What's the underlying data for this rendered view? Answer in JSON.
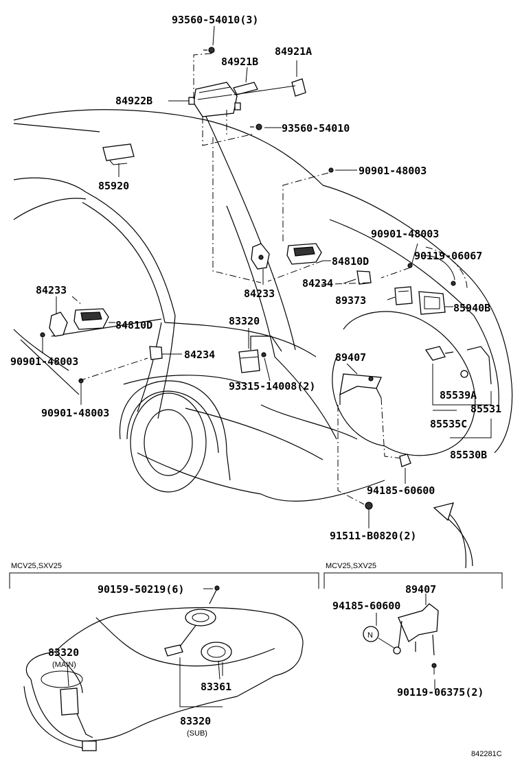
{
  "labels": {
    "p93560_54010_3": "93560-54010(3)",
    "p84921A": "84921A",
    "p84921B": "84921B",
    "p84922B": "84922B",
    "p93560_54010": "93560-54010",
    "p90901_48003_a": "90901-48003",
    "p85920": "85920",
    "p90901_48003_b": "90901-48003",
    "p90119_06067": "90119-06067",
    "p84810D_a": "84810D",
    "p84234_a": "84234",
    "p84233_a": "84233",
    "p89373": "89373",
    "p85940B": "85940B",
    "p84233_b": "84233",
    "p84810D_b": "84810D",
    "p83320": "83320",
    "p90901_48003_c": "90901-48003",
    "p84234_b": "84234",
    "p89407_a": "89407",
    "p93315_14008_2": "93315-14008(2)",
    "p85539A": "85539A",
    "p85531": "85531",
    "p90901_48003_d": "90901-48003",
    "p85535C": "85535C",
    "p85530B": "85530B",
    "p94185_60600_a": "94185-60600",
    "p91511_B0820_2": "91511-B0820(2)",
    "p90159_50219_6": "90159-50219(6)",
    "p83320_main": "83320",
    "main_note": "(MAIN)",
    "p83361": "83361",
    "p83320_sub": "83320",
    "sub_note": "(SUB)",
    "p89407_b": "89407",
    "p94185_60600_b": "94185-60600",
    "p90119_06375_2": "90119-06375(2)",
    "n_mark": "N"
  },
  "sections": {
    "left_title": "MCV25,SXV25",
    "right_title": "MCV25,SXV25"
  },
  "footer": {
    "diagram_code": "842281C"
  }
}
